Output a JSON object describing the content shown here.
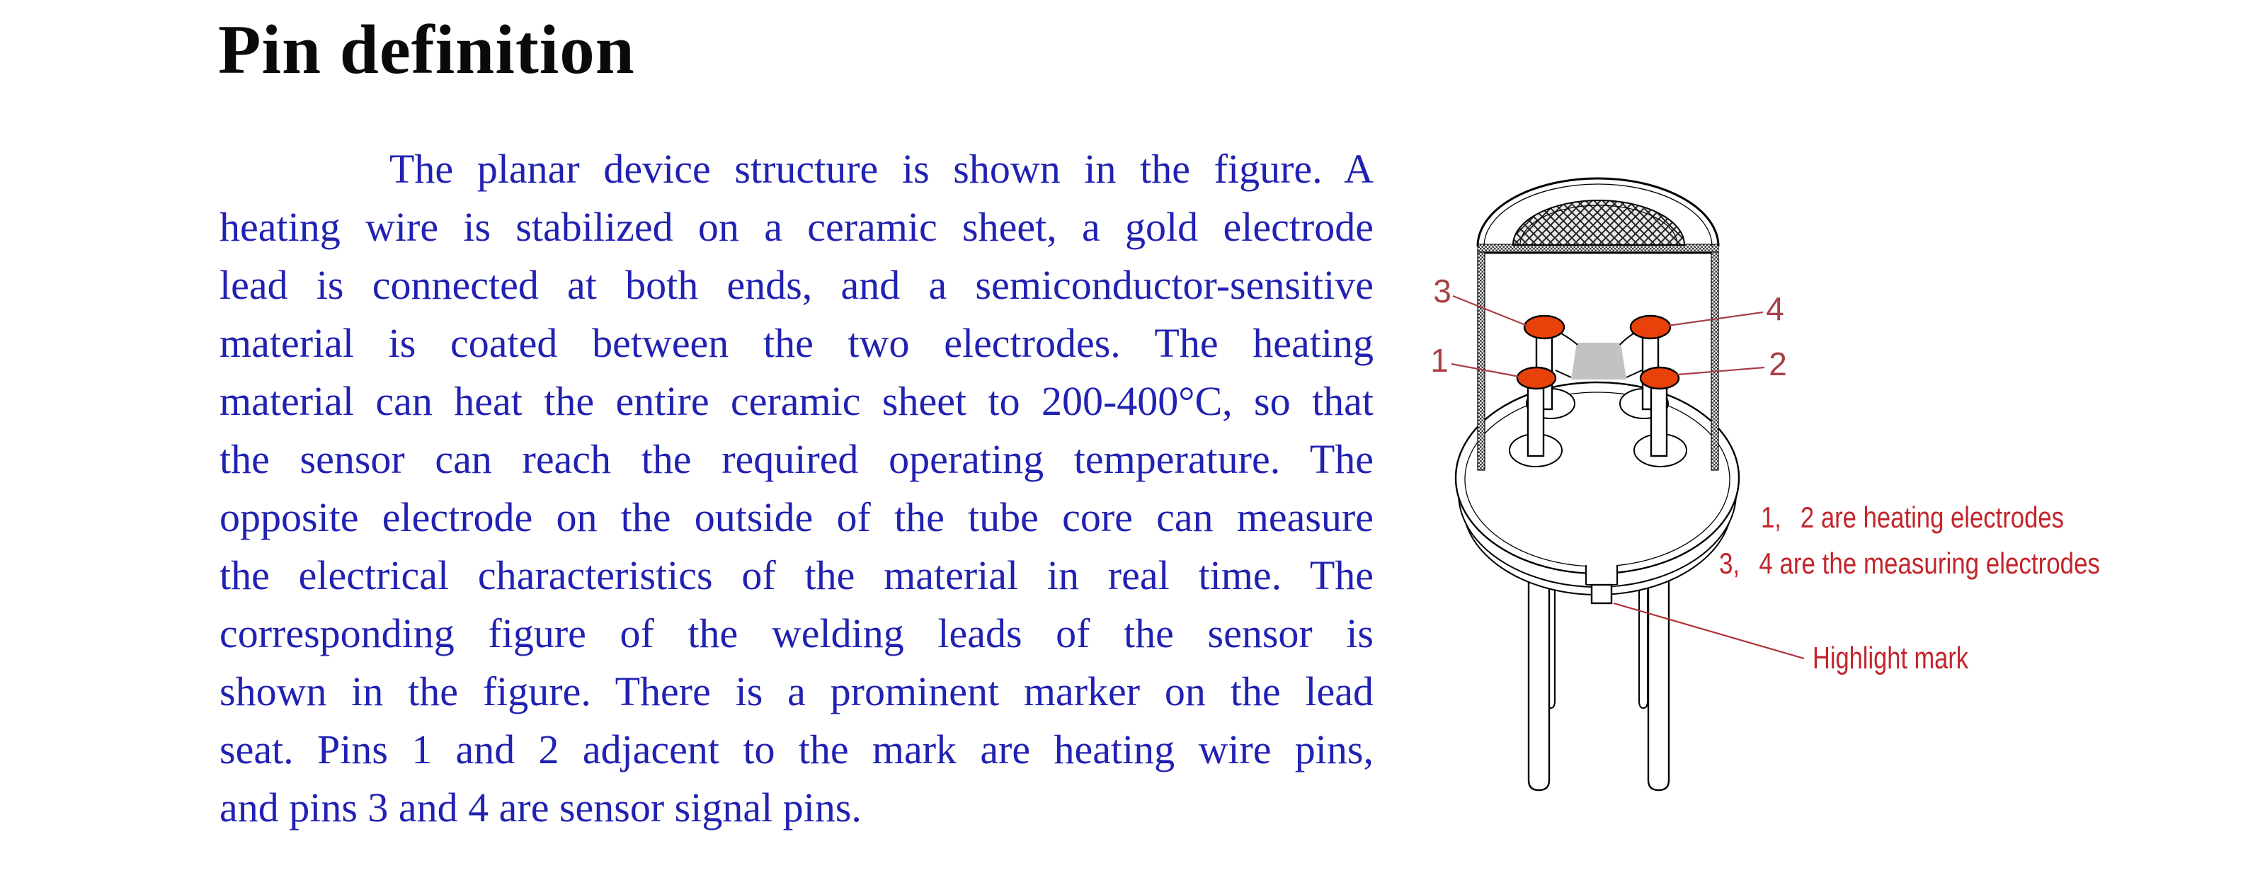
{
  "title": "Pin definition",
  "paragraph": {
    "lines": [
      "The planar device structure is shown in the figure. A",
      "heating wire is stabilized on a ceramic sheet, a gold electrode",
      "lead is connected at both ends, and a semiconductor-sensitive",
      "material is coated between the two electrodes. The heating",
      "material can heat the entire ceramic sheet to 200-400°C, so that",
      "the sensor can reach the required operating temperature. The",
      "opposite electrode on the outside of the tube core can measure",
      "the electrical characteristics of the material in real time. The",
      "corresponding figure of the welding leads of the sensor is",
      "shown in the figure. There is a prominent marker on the lead",
      "seat. Pins 1 and 2 adjacent to the mark are heating wire pins,",
      "and pins 3 and 4 are sensor signal pins."
    ],
    "text_color": "#2121b2"
  },
  "figure": {
    "pin_labels": {
      "pin3": "3",
      "pin4": "4",
      "pin1": "1",
      "pin2": "2"
    },
    "legend": {
      "heating": "1、 2 are heating electrodes",
      "measuring": "3、 4 are the measuring electrodes"
    },
    "highlight_label": "Highlight mark",
    "colors": {
      "electrode_pad": "#e8420a",
      "ceramic_sheet": "#c2c2c2",
      "annotation_red": "#c2252b",
      "leader_red": "#a84045",
      "line_black": "#000000"
    }
  }
}
